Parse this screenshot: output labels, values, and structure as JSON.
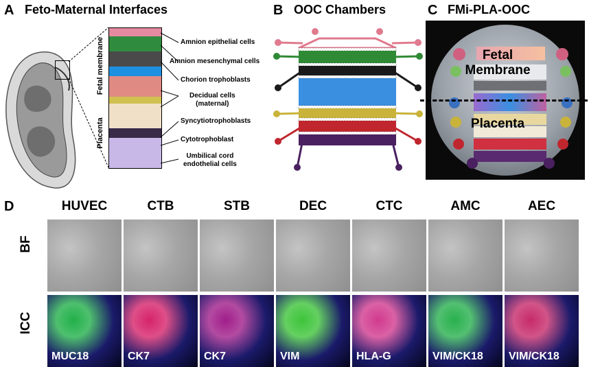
{
  "panel_a": {
    "letter": "A",
    "title": "Feto-Maternal Interfaces",
    "region_labels": {
      "fetal": "Fetal membrane",
      "placenta": "Placenta"
    },
    "annotations": [
      {
        "id": "aec",
        "text": "Amnion epithelial cells"
      },
      {
        "id": "amc",
        "text": "Amnion mesenchymal cells"
      },
      {
        "id": "ctc",
        "text": "Chorion trophoblasts"
      },
      {
        "id": "dec",
        "text": "Decidual cells\n(maternal)"
      },
      {
        "id": "stb",
        "text": "Syncytiotrophoblasts"
      },
      {
        "id": "ctb",
        "text": "Cytotrophoblast"
      },
      {
        "id": "huv",
        "text": "Umbilical cord\nendothelial cells"
      }
    ]
  },
  "panel_b": {
    "letter": "B",
    "title": "OOC Chambers",
    "chamber_colors": [
      "#e07a8e",
      "#2e8a35",
      "#1a1a1a",
      "#3a8fe0",
      "#c9b33a",
      "#c0262e",
      "#4a2060"
    ]
  },
  "panel_c": {
    "letter": "C",
    "title": "FMi-PLA-OOC",
    "labels": {
      "fetal": "Fetal\nMembrane",
      "placenta": "Placenta"
    }
  },
  "panel_d": {
    "letter": "D",
    "row_labels": {
      "bf": "BF",
      "icc": "ICC"
    },
    "columns": [
      {
        "name": "HUVEC",
        "marker": "MUC18",
        "icc_color": "#22b04a"
      },
      {
        "name": "CTB",
        "marker": "CK7",
        "icc_color": "#d6236a"
      },
      {
        "name": "STB",
        "marker": "CK7",
        "icc_color": "#a01e8a"
      },
      {
        "name": "DEC",
        "marker": "VIM",
        "icc_color": "#3ec43a"
      },
      {
        "name": "CTC",
        "marker": "HLA-G",
        "icc_color": "#d13a8e"
      },
      {
        "name": "AMC",
        "marker": "VIM/CK18",
        "icc_color": "#28b04e"
      },
      {
        "name": "AEC",
        "marker": "VIM/CK18",
        "icc_color": "#c62a6a"
      }
    ]
  }
}
